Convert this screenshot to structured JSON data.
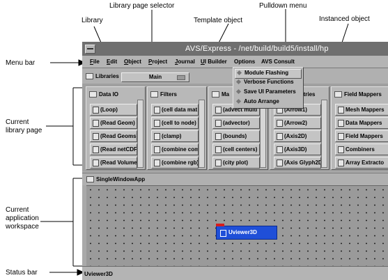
{
  "annotations": {
    "library_page_selector": "Library page selector",
    "pulldown_menu": "Pulldown menu",
    "library": "Library",
    "template_object": "Template object",
    "instanced_object": "Instanced object",
    "menu_bar": "Menu bar",
    "current_library_page": [
      "Current",
      "library page"
    ],
    "current_application_workspace": [
      "Current",
      "application",
      "workspace"
    ],
    "status_bar": "Status bar"
  },
  "window": {
    "title": "AVS/Express - /net/build/build5/install/hp"
  },
  "menubar": [
    {
      "label": "File",
      "u": "F",
      "rest": "ile"
    },
    {
      "label": "Edit",
      "u": "E",
      "rest": "dit"
    },
    {
      "label": "Object",
      "u": "O",
      "rest": "bject"
    },
    {
      "label": "Project",
      "u": "P",
      "rest": "roject"
    },
    {
      "label": "Journal",
      "u": "J",
      "rest": "ournal"
    },
    {
      "label": "UI Builder",
      "u": "U",
      "rest": "I Builder"
    },
    {
      "label": "Options",
      "u": "",
      "rest": "Options"
    },
    {
      "label": "AVS Consult",
      "u": "",
      "rest": "AVS Consult"
    }
  ],
  "libraries": {
    "label": "Libraries",
    "selector_value": "Main"
  },
  "pulldown": {
    "items": [
      "Module Flashing",
      "Verbose Functions",
      "Save UI Parameters",
      "Auto Arrange"
    ]
  },
  "library_columns": [
    {
      "title": "Data IO",
      "items": [
        "(Loop)",
        "(Read Geom)",
        "(Read Geoms)",
        "(Read netCDF",
        "(Read Volume"
      ]
    },
    {
      "title": "Filters",
      "items": [
        "(cell data mat",
        "(cell to node)",
        "(clamp)",
        "(combine com",
        "(combine rgb)"
      ]
    },
    {
      "title": "Ma",
      "items": [
        "(advect multi",
        "(advector)",
        "(bounds)",
        "(cell centers)",
        "(city plot)"
      ]
    },
    {
      "title": "metries",
      "items": [
        "(Arrow1)",
        "(Arrow2)",
        "(Axis2D)",
        "(Axis3D)",
        "(Axis Glyph2D"
      ]
    },
    {
      "title": "Field Mappers",
      "items": [
        "Mesh Mappers",
        "Data Mappers",
        "Field Mappers",
        "Combiners",
        "Array Extracto"
      ]
    }
  ],
  "app": {
    "name": "SingleWindowApp",
    "instanced_object": "Uviewer3D"
  },
  "status": {
    "text": "Uviewer3D"
  }
}
